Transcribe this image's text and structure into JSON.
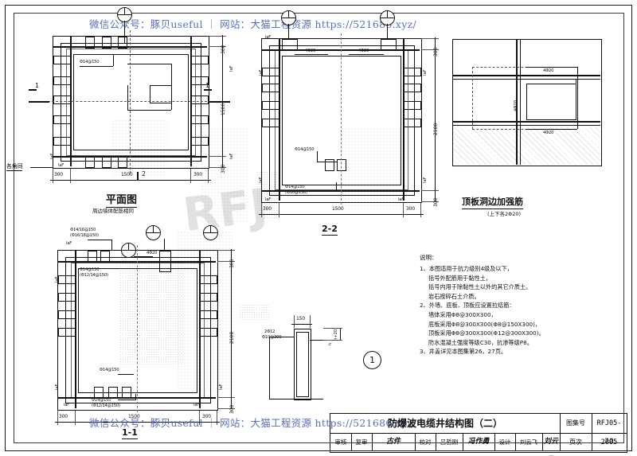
{
  "sheet": {
    "watermarks": {
      "top": "微信公众号：豚贝useful ｜ 网站：大猫工程资源 https://521686.xyz/",
      "bottom": "微信公众号：豚贝useful ｜ 网站：大猫工程资源 https://521686.xyz/",
      "ghost": "RFJ"
    }
  },
  "views": {
    "plan": {
      "title": "平面图",
      "subtitle": "周边墙体配筋相同",
      "section_marks": [
        "1",
        "1",
        "2"
      ],
      "rebar_labels": [
        "Φ14@150"
      ],
      "corner_note": "各角同",
      "dev_len": "laF",
      "dims_bottom": [
        "300",
        "1500",
        "300"
      ],
      "dims_right": [
        "300",
        "1500",
        "300"
      ]
    },
    "section22": {
      "title": "2-2",
      "rebar_labels": [
        "4Φ20",
        "4Φ20",
        "Φ14@150",
        "Φ14@150",
        "(Φ16@150)"
      ],
      "dev_len": "laF",
      "dims_bottom": [
        "300",
        "1500",
        "300"
      ],
      "dims_right": [
        "300",
        "2100",
        "300"
      ]
    },
    "section11": {
      "title": "1-1",
      "rebar_labels": [
        "Φ14/16@150",
        "(Φ16/18@150)",
        "Φ14@150",
        "(Φ12/14@150)",
        "4Φ20",
        "Φ14@150",
        "(Φ12/14@150)"
      ],
      "dev_len": "laF",
      "dims_bottom": [
        "300",
        "1500",
        "300"
      ],
      "dims_right": [
        "300",
        "2100",
        "300"
      ]
    },
    "topslab_detail": {
      "title": "顶板洞边加强筋",
      "subtitle": "(上下各2Φ20)",
      "rebar_labels": [
        "4Φ20",
        "4Φ20",
        "4Φ20"
      ]
    },
    "detail1": {
      "key": "1",
      "dim_top": "150",
      "labels": [
        "2Φ12",
        "Φ10@200",
        "h+20",
        "h"
      ]
    }
  },
  "notes": {
    "heading": "说明：",
    "items": [
      {
        "no": "1、",
        "lines": [
          "本图适用于抗力级别4级及以下，",
          "括号外配筋用于黏性土，",
          "括号内用于除黏性土以外的其它介质土。",
          "岩石按碎石土介质。"
        ]
      },
      {
        "no": "2、",
        "lines": [
          "外墙、底板、顶板应设置拉结筋：",
          "墙体采用Φ8@300X300，",
          "底板采用Φ8@300X300(Φ8@150X300)，",
          "顶板采用Φ8@300X300(Φ12@300X300)。",
          "防水混凝土强度等级C30，抗渗等级P8。"
        ]
      },
      {
        "no": "3、",
        "lines": [
          "井盖详见本图集第26，27页。"
        ]
      }
    ]
  },
  "titleblock": {
    "drawing_name": "防爆波电缆井结构图（二）",
    "atlas_label": "图集号",
    "atlas_value": "RFJ05-2005",
    "page_label": "页次",
    "page_value": "20",
    "signatures": [
      {
        "role": "审核",
        "name": ""
      },
      {
        "role": "复审",
        "name": "古件"
      },
      {
        "role": "校对",
        "name": "吕哲刚"
      },
      {
        "role": "设计",
        "name": "刘云飞"
      }
    ],
    "sig_marks": [
      "冯作勇",
      "刘云飞"
    ]
  }
}
